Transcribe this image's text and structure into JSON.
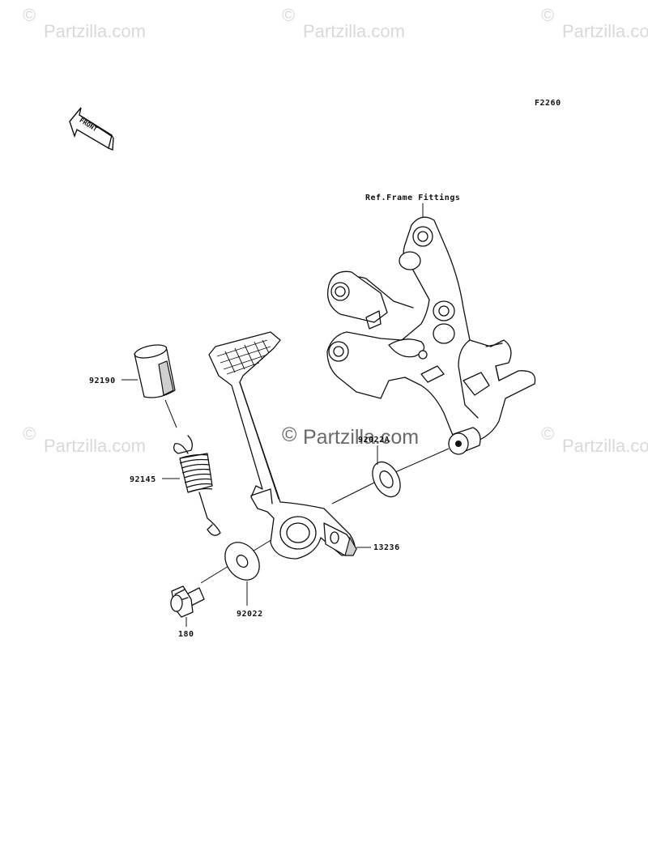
{
  "watermarks": {
    "corner_text": "Partzilla.com",
    "center_text": "Partzilla.com",
    "symbol": "©"
  },
  "figure_code": "F2260",
  "front_arrow": {
    "label": "FRONT",
    "icon": "front-direction-arrow-icon"
  },
  "reference": {
    "frame_fittings": "Ref.Frame Fittings"
  },
  "parts": {
    "p92190": "92190",
    "p92145": "92145",
    "p92022A": "92022A",
    "p13236": "13236",
    "p92022": "92022",
    "p180": "180"
  }
}
